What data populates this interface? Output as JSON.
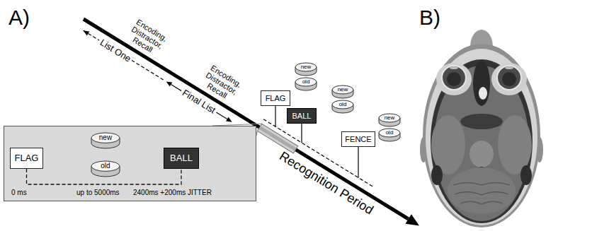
{
  "diagram": {
    "nodes": [
      {
        "text": [
          "FLAG"
        ]
      },
      {
        "text": [
          "new"
        ]
      },
      {
        "text": [
          "old"
        ]
      },
      {
        "text": [
          "BALL"
        ]
      },
      {
        "text": [
          "new"
        ]
      },
      {
        "text": [
          "old"
        ]
      },
      {
        "text": [
          "FENCE"
        ]
      },
      {
        "text": [
          "new"
        ]
      },
      {
        "text": [
          "old"
        ]
      },
      {
        "text": [
          "0 ms",
          "up to 5000ms",
          "2400ms +200ms JITTER"
        ]
      },
      {
        "text": [
          "FLAG"
        ],
        "in": 9
      },
      {
        "text": [
          "new"
        ],
        "in": 9
      },
      {
        "text": [
          "old"
        ],
        "in": 9
      },
      {
        "text": [
          "BALL"
        ],
        "in": 9
      }
    ],
    "edges": [
      {
        "from": 10,
        "to": 13,
        "arrow": "none"
      }
    ],
    "labels": [
      "A)",
      "B)",
      "Encoding, Distractor, Recall",
      "List One",
      "Encoding, Distractor, Recall",
      "Final List",
      "Recognition Period"
    ]
  }
}
